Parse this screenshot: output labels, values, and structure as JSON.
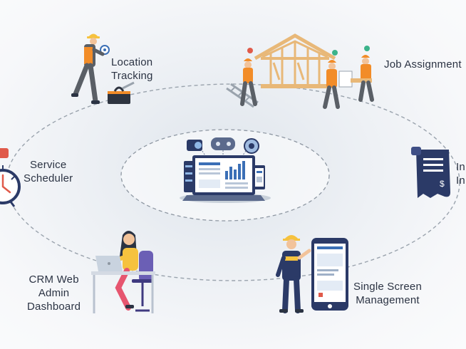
{
  "diagram": {
    "nodes": [
      {
        "id": "location",
        "lines": [
          "Location",
          "Tracking"
        ]
      },
      {
        "id": "job",
        "lines": [
          "Job Assignment"
        ]
      },
      {
        "id": "service",
        "lines": [
          "Service",
          "Scheduler"
        ]
      },
      {
        "id": "invoice",
        "lines": [
          "In",
          "In"
        ]
      },
      {
        "id": "crm",
        "lines": [
          "CRM Web",
          "Admin",
          "Dashboard"
        ]
      },
      {
        "id": "single",
        "lines": [
          "Single Screen",
          "Management"
        ]
      }
    ],
    "invoice_symbol": "$"
  },
  "colors": {
    "orbit": "#9aa3ad",
    "navy": "#2b3a67",
    "blue": "#3b6fb6",
    "orange": "#f28c28",
    "yellow": "#f6c23e",
    "wood": "#e8b878",
    "gray": "#5a5f66",
    "pink": "#e6556f",
    "purple": "#6b5fb5",
    "red": "#e05a4a",
    "text": "#2b3343"
  },
  "icons": {
    "location": "worker-with-toolbox-icon",
    "job": "house-frame-construction-icon",
    "service": "alarm-clock-icon",
    "invoice": "invoice-document-icon",
    "crm": "woman-at-laptop-icon",
    "single": "worker-with-phone-icon",
    "center": "dashboard-laptop-icon"
  }
}
